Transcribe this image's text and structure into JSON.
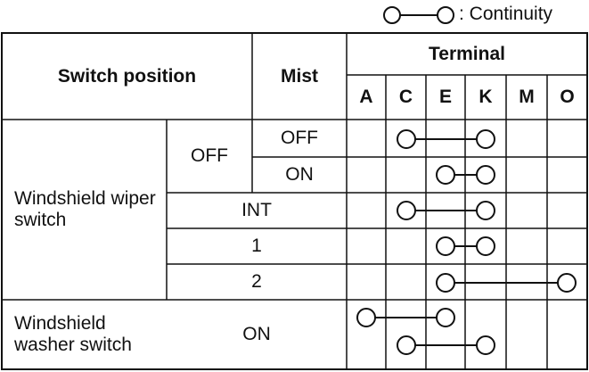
{
  "legend": {
    "text": ": Continuity"
  },
  "header": {
    "switch_position": "Switch position",
    "mist": "Mist",
    "terminal": "Terminal",
    "terminals": [
      "A",
      "C",
      "E",
      "K",
      "M",
      "O"
    ]
  },
  "wiper": {
    "label": "Windshield wiper switch",
    "off_group": "OFF",
    "rows": [
      {
        "position": "OFF",
        "mist": "OFF",
        "connected": [
          "C",
          "K"
        ]
      },
      {
        "position": "OFF",
        "mist": "ON",
        "connected": [
          "E",
          "K"
        ]
      },
      {
        "position": "INT",
        "connected": [
          "C",
          "K"
        ]
      },
      {
        "position": "1",
        "connected": [
          "E",
          "K"
        ]
      },
      {
        "position": "2",
        "connected": [
          "E",
          "O"
        ]
      }
    ]
  },
  "washer": {
    "label": "Windshield washer switch",
    "position": "ON",
    "connections": [
      [
        "A",
        "E"
      ],
      [
        "C",
        "K"
      ]
    ]
  },
  "colors": {
    "line": "#111111",
    "background": "#ffffff"
  }
}
